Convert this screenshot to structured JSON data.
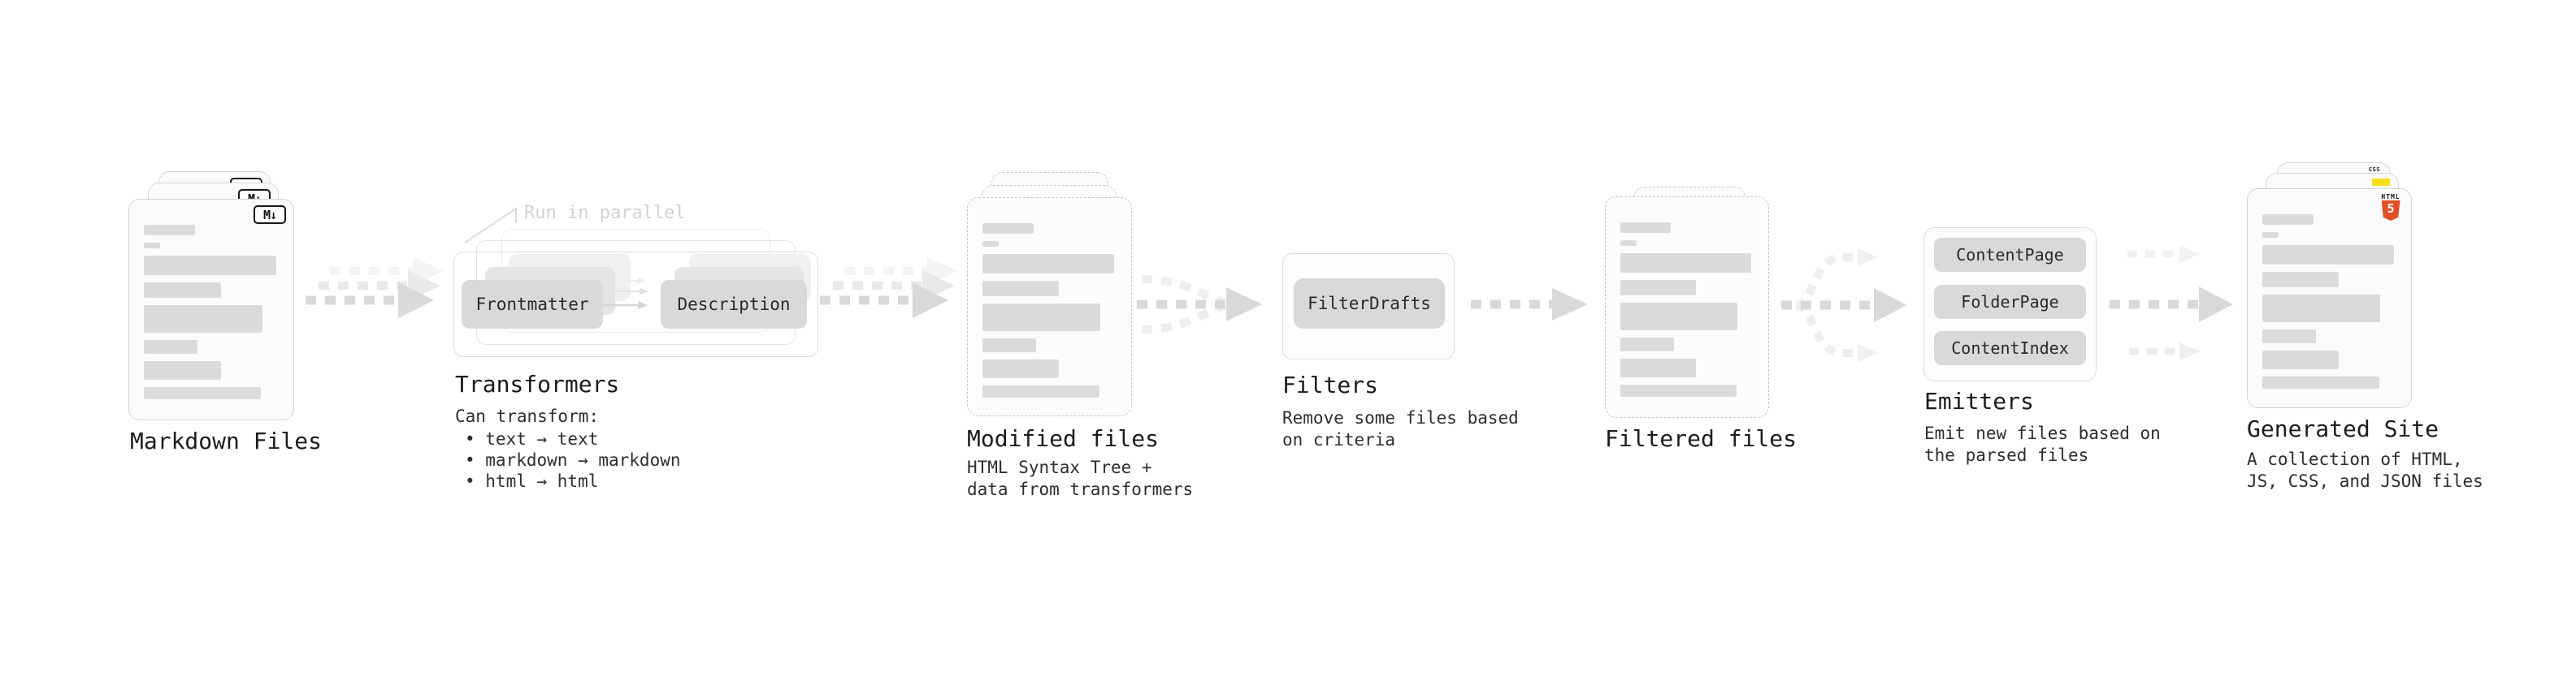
{
  "colors": {
    "background": "#ffffff",
    "flow_line_gray": "#d9d9d9",
    "pill_gray": "#d9d9d9",
    "bar_gray": "#dbdbdb",
    "note_gray": "#d2d2d2",
    "text_dark": "#1c1c1c",
    "html5_orange": "#e34f26",
    "js_yellow": "#f7df1e",
    "css_blue": "#2b63f1"
  },
  "stages": {
    "markdown": {
      "title": "Markdown Files",
      "badge": "M↓"
    },
    "transformers": {
      "title": "Transformers",
      "note": "Run in parallel",
      "pills": [
        "Frontmatter",
        "Description"
      ],
      "desc_heading": "Can transform:",
      "bullets": [
        "• text → text",
        "• markdown → markdown",
        "• html → html"
      ]
    },
    "modified": {
      "title": "Modified files",
      "desc_line1": "HTML Syntax Tree +",
      "desc_line2": "data from transformers"
    },
    "filters": {
      "title": "Filters",
      "pill": "FilterDrafts",
      "desc_line1": "Remove some files based",
      "desc_line2": "on criteria"
    },
    "filtered": {
      "title": "Filtered files"
    },
    "emitters": {
      "title": "Emitters",
      "pills": [
        "ContentPage",
        "FolderPage",
        "ContentIndex"
      ],
      "desc_line1": "Emit new files based on",
      "desc_line2": "the parsed files"
    },
    "generated": {
      "title": "Generated Site",
      "desc_line1": "A collection of HTML,",
      "desc_line2": "JS, CSS, and JSON files",
      "badge_css": "CSS",
      "badge_html": "HTML",
      "badge_five": "5"
    }
  }
}
